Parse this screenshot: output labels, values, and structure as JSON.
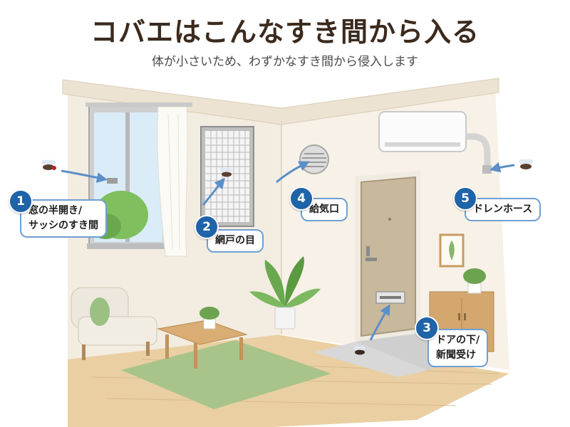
{
  "title": "コバエはこんなすき間から入る",
  "subtitle": "体が小さいため、わずかなすき間から侵入します",
  "points": [
    {
      "number": "1",
      "lines": [
        "窓の半開き/",
        "サッシのすき間"
      ]
    },
    {
      "number": "2",
      "lines": [
        "網戸の目"
      ]
    },
    {
      "number": "3",
      "lines": [
        "ドアの下/",
        "新聞受け"
      ]
    },
    {
      "number": "4",
      "lines": [
        "給気口"
      ]
    },
    {
      "number": "5",
      "lines": [
        "ドレンホース"
      ]
    }
  ],
  "colors": {
    "badge": "#1f63a8",
    "callout_border": "#6f9fd1",
    "arrow": "#5a8fc8",
    "title": "#3b2a1e"
  },
  "icons": [
    "fly-icon",
    "arrow-icon",
    "window",
    "screen-window",
    "vent",
    "air-conditioner",
    "door",
    "sofa",
    "table",
    "plant"
  ]
}
